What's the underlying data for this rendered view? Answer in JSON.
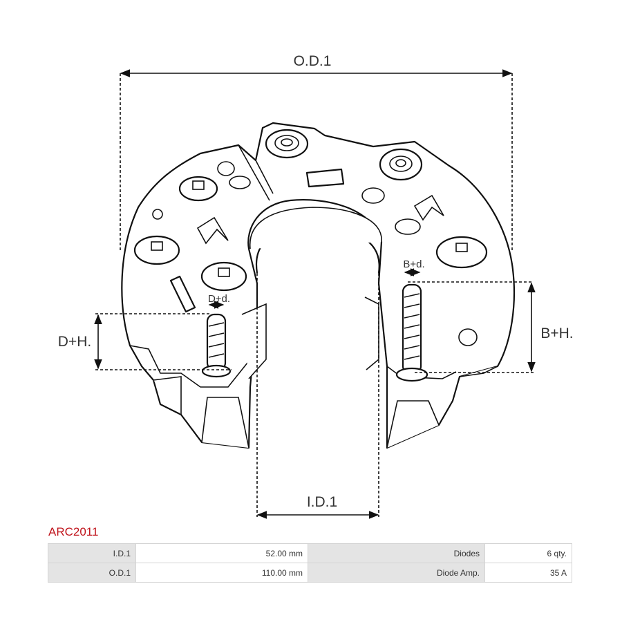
{
  "dimensions": {
    "od1": "O.D.1",
    "id1": "I.D.1",
    "dh": "D+H.",
    "dd": "D+d.",
    "bh": "B+H.",
    "bd": "B+d."
  },
  "product": {
    "code": "ARC2011"
  },
  "specs": [
    [
      {
        "label": "I.D.1",
        "value": "52.00 mm"
      },
      {
        "label": "Diodes",
        "value": "6 qty."
      }
    ],
    [
      {
        "label": "O.D.1",
        "value": "110.00 mm"
      },
      {
        "label": "Diode Amp.",
        "value": "35 A"
      }
    ]
  ],
  "colors": {
    "accent": "#c0141c",
    "label_cell": "#e4e4e4",
    "border": "#d4d4d4"
  }
}
